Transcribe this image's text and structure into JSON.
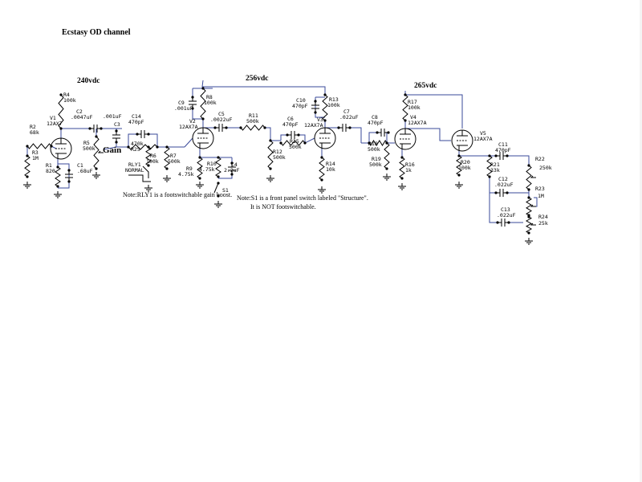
{
  "title": "Ecstasy OD channel",
  "supply_labels": [
    "240vdc",
    "256vdc",
    "265vdc"
  ],
  "gain_label": "Gain",
  "notes": {
    "rly1": "Note:RLY1 is a footswitchable gain boost.",
    "s1_line1": "Note:S1 is a front panel switch labeled \"Structure\".",
    "s1_line2": "It is NOT footswitchable."
  },
  "tubes": [
    {
      "ref": "V1",
      "type": "12AX7"
    },
    {
      "ref": "V2",
      "type": "12AX7A"
    },
    {
      "ref": "V3",
      "type": "12AX7A"
    },
    {
      "ref": "V4",
      "type": "12AX7A"
    },
    {
      "ref": "V5",
      "type": "12AX7A"
    }
  ],
  "resistors": [
    {
      "ref": "R1",
      "value": "820"
    },
    {
      "ref": "R2",
      "value": "68k"
    },
    {
      "ref": "R3",
      "value": "1M"
    },
    {
      "ref": "R4",
      "value": "100k"
    },
    {
      "ref": "R5",
      "value": "500k"
    },
    {
      "ref": "R6",
      "value": "100k"
    },
    {
      "ref": "R7",
      "value": "500k"
    },
    {
      "ref": "R8",
      "value": "100k"
    },
    {
      "ref": "R9",
      "value": "4.75k"
    },
    {
      "ref": "R10",
      "value": "4.75k"
    },
    {
      "ref": "R11",
      "value": "500k"
    },
    {
      "ref": "R12",
      "value": "500k"
    },
    {
      "ref": "R13",
      "value": "100k"
    },
    {
      "ref": "R14",
      "value": "10k"
    },
    {
      "ref": "R15",
      "value": "500k"
    },
    {
      "ref": "R16",
      "value": "1k"
    },
    {
      "ref": "R17",
      "value": "100k"
    },
    {
      "ref": "R18",
      "value": "500k"
    },
    {
      "ref": "R19",
      "value": "500k"
    },
    {
      "ref": "R20",
      "value": "100k"
    },
    {
      "ref": "R21",
      "value": "33k"
    },
    {
      "ref": "R22",
      "value": "250k"
    },
    {
      "ref": "R23",
      "value": "1M"
    },
    {
      "ref": "R24",
      "value": "25k"
    },
    {
      "ref": "R25",
      "value": "470k"
    }
  ],
  "capacitors": [
    {
      "ref": "C1",
      "value": ".68uF"
    },
    {
      "ref": "C2",
      "value": ".0047uF"
    },
    {
      "ref": "C3",
      "value": ".001uF"
    },
    {
      "ref": "C4",
      "value": "2.2uF"
    },
    {
      "ref": "C5",
      "value": ".0022uF"
    },
    {
      "ref": "C6",
      "value": "470pF"
    },
    {
      "ref": "C7",
      "value": ".022uF"
    },
    {
      "ref": "C8",
      "value": "470pF"
    },
    {
      "ref": "C9",
      "value": ".001uF"
    },
    {
      "ref": "C10",
      "value": "470pF"
    },
    {
      "ref": "C11",
      "value": "470pF"
    },
    {
      "ref": "C12",
      "value": ".022uF"
    },
    {
      "ref": "C13",
      "value": ".022uF"
    },
    {
      "ref": "C14",
      "value": "470pF"
    }
  ],
  "switches": [
    {
      "ref": "RLY1",
      "state": "NORMAL"
    },
    {
      "ref": "S1",
      "state": ""
    }
  ]
}
